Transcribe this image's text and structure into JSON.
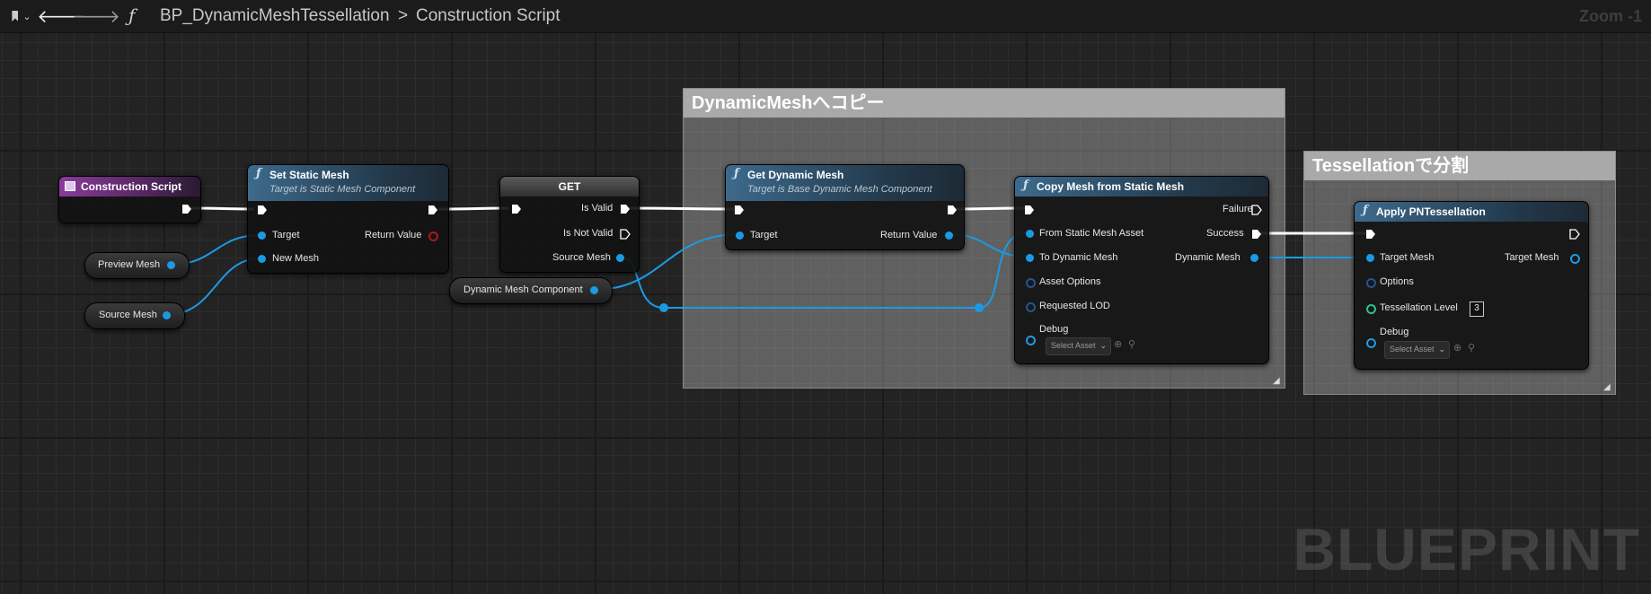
{
  "topbar": {
    "back_icon": "arrow-left-icon",
    "forward_icon": "arrow-right-icon",
    "function_icon": "function-icon",
    "breadcrumb_1": "BP_DynamicMeshTessellation",
    "breadcrumb_sep": ">",
    "breadcrumb_2": "Construction Script",
    "zoom": "Zoom -1"
  },
  "comments": {
    "copy_group": "DynamicMeshへコピー",
    "tess_group": "Tessellationで分割"
  },
  "nodes": {
    "construction_script": {
      "title": "Construction Script"
    },
    "set_static_mesh": {
      "title": "Set Static Mesh",
      "subtitle": "Target is Static Mesh Component",
      "pin_target": "Target",
      "pin_new_mesh": "New Mesh",
      "pin_return": "Return Value"
    },
    "get": {
      "title": "GET",
      "pin_is_valid": "Is Valid",
      "pin_is_not_valid": "Is Not Valid",
      "pin_source": "Source Mesh"
    },
    "get_dynamic_mesh": {
      "title": "Get Dynamic Mesh",
      "subtitle": "Target is Base Dynamic Mesh Component",
      "pin_target": "Target",
      "pin_return": "Return Value"
    },
    "copy_mesh": {
      "title": "Copy Mesh from Static Mesh",
      "pin_from": "From Static Mesh Asset",
      "pin_to": "To Dynamic Mesh",
      "pin_asset_options": "Asset Options",
      "pin_lod": "Requested LOD",
      "pin_debug": "Debug",
      "select_asset": "Select Asset",
      "pin_failure": "Failure",
      "pin_success": "Success",
      "pin_dynamic_mesh": "Dynamic Mesh"
    },
    "apply_pn": {
      "title": "Apply PNTessellation",
      "pin_target_mesh": "Target Mesh",
      "pin_options": "Options",
      "pin_tess_level": "Tessellation Level",
      "tess_level_value": "3",
      "pin_debug": "Debug",
      "select_asset": "Select Asset",
      "pin_out_target_mesh": "Target Mesh"
    }
  },
  "variables": {
    "preview_mesh": "Preview Mesh",
    "source_mesh": "Source Mesh",
    "dynamic_mesh_component": "Dynamic Mesh Component"
  },
  "watermark": "BLUEPRINT",
  "colors": {
    "object_pin": "#1b9ae4",
    "exec_wire": "#ffffff",
    "struct_pin": "#23568a",
    "int_pin": "#2fc08a",
    "return_pin": "#b01818"
  }
}
